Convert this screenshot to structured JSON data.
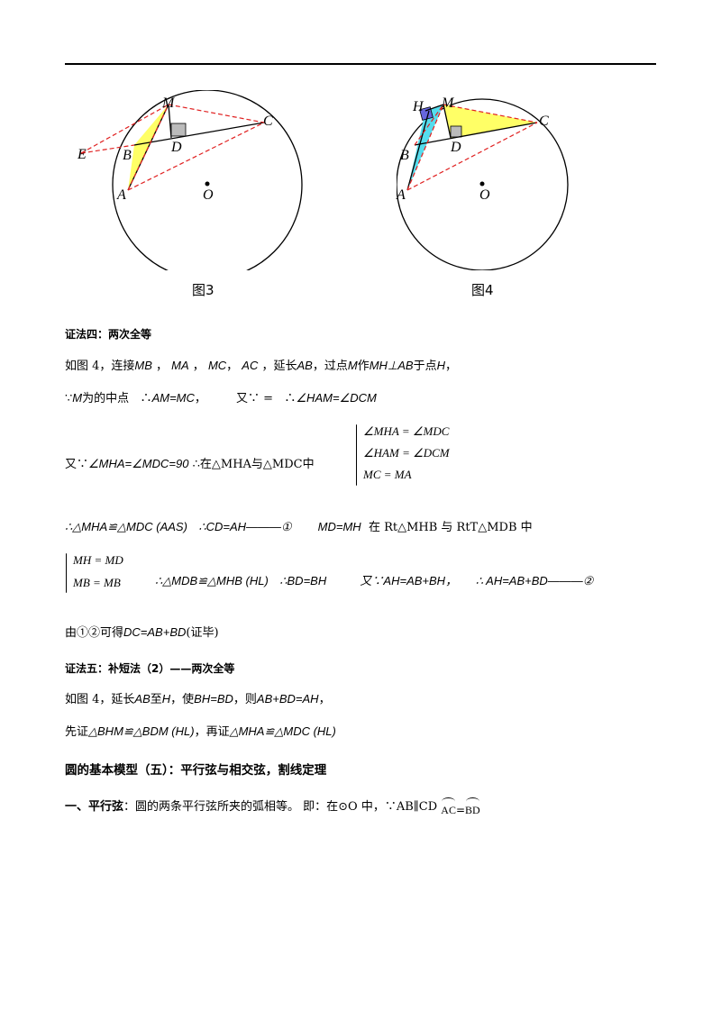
{
  "figure3": {
    "caption": "图3",
    "labels": {
      "M": "M",
      "D": "D",
      "C": "C",
      "E": "E",
      "B": "B",
      "A": "A",
      "O": "O"
    }
  },
  "figure4": {
    "caption": "图4",
    "labels": {
      "H": "H",
      "M": "M",
      "D": "D",
      "C": "C",
      "B": "B",
      "A": "A",
      "O": "O"
    }
  },
  "proof4": {
    "title": "证法四：两次全等",
    "line1": {
      "pre": "如图 4，连接",
      "MB": "MB",
      "sep1": " ， ",
      "MA": "MA",
      "sep2": " ， ",
      "MC": "MC",
      "sep3": "， ",
      "AC": "AC",
      "mid": " ，延长",
      "AB": "AB",
      "post": "，过点",
      "M": "M",
      "zuo": "作",
      "MHperpAB": "MH⊥AB",
      "post2": "于点",
      "H": "H",
      "end": "，"
    },
    "line2": {
      "because": "∵",
      "M": "M",
      "text": "为的中点",
      "therefore": "∴",
      "eq": "AM=MC",
      "comma": "，",
      "you": "又∵ =",
      "therefore2": "∴",
      "angle": "∠HAM=∠DCM"
    },
    "line3": {
      "pre": "又∵",
      "eq": "∠MHA=∠MDC=90",
      "therefore": "∴",
      "mid": "在△MHA与△MDC中"
    },
    "brace1": [
      "∠MHA = ∠MDC",
      "∠HAM = ∠DCM",
      "MC = MA"
    ],
    "line4": {
      "a": "∴△MHA≌△MDC (AAS)",
      "b": "∴CD=AH———①",
      "c": "MD=MH",
      "d": "在 Rt△MHB 与 RtT△MDB 中"
    },
    "brace2": [
      "MH = MD",
      "MB = MB"
    ],
    "line5": {
      "a": "∴△MDB≌△MHB (HL)",
      "b": "∴BD=BH",
      "c": "又∵AH=AB+BH，",
      "d": "∴ AH=AB+BD———②"
    },
    "line6": {
      "pre": "由①②可得",
      "eq": "DC=AB+BD",
      "post": "(证毕)"
    }
  },
  "proof5": {
    "title": "证法五：补短法（2）——两次全等",
    "line1": {
      "pre": "如图 4，延长",
      "AB": "AB",
      "zhi": "至",
      "H": "H",
      "shi": "，使",
      "eq1": "BH=BD",
      "ze": "，则",
      "eq2": "AB+BD=AH",
      "end": "，"
    },
    "line2": {
      "pre": "先证",
      "a": "△BHM≌△BDM (HL)",
      "mid": "，再证",
      "b": "△MHA≌△MDC (HL)"
    }
  },
  "model5": {
    "title": "圆的基本模型（五）：平行弦与相交弦，割线定理"
  },
  "parallel": {
    "label": "一、平行弦",
    "text": "：圆的两条平行弦所夹的弧相等。 即：在⊙O 中，∵AB∥CD",
    "arc1": "AC",
    "eqsign": "=",
    "arc2": "BD"
  },
  "colors": {
    "red_dashed": "#e02020",
    "yellow": "#ffff66",
    "cyan": "#55ddee",
    "gray": "#bbbbbb",
    "blue": "#6666dd"
  }
}
